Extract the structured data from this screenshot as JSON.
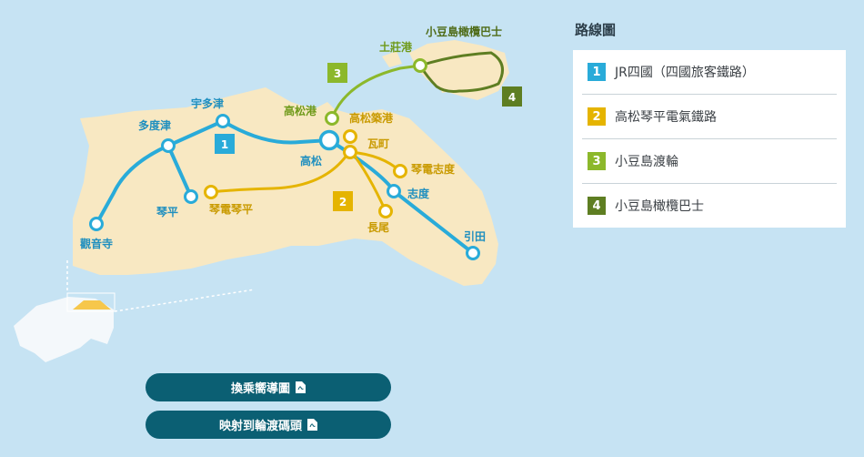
{
  "legend": {
    "title": "路線圖",
    "items": [
      {
        "num": "1",
        "label": "JR四國（四國旅客鐵路）",
        "color": "#29abd9"
      },
      {
        "num": "2",
        "label": "高松琴平電氣鐵路",
        "color": "#e5b400"
      },
      {
        "num": "3",
        "label": "小豆島渡輪",
        "color": "#8cb82b"
      },
      {
        "num": "4",
        "label": "小豆島橄欖巴士",
        "color": "#5e7e22"
      }
    ]
  },
  "map": {
    "stations": {
      "kanonji": "觀音寺",
      "tadotsu": "多度津",
      "utazu": "宇多津",
      "kotohira": "琴平",
      "kotoden_kotohira": "琴電琴平",
      "takamatsu_port": "高松港",
      "takamatsu_chikko": "高松築港",
      "takamatsu": "高松",
      "kawaramachi": "瓦町",
      "kotoden_shido": "琴電志度",
      "shido": "志度",
      "nagao": "長尾",
      "hiketa": "引田",
      "tonosho_port": "土莊港",
      "olive_bus": "小豆島橄欖巴士"
    },
    "route_badges": {
      "jr": "1",
      "kotoden": "2",
      "ferry": "3",
      "bus": "4"
    }
  },
  "buttons": {
    "transfer_guide": "換乘嚮導圖",
    "ferry_terminal": "映射到輪渡碼頭"
  }
}
